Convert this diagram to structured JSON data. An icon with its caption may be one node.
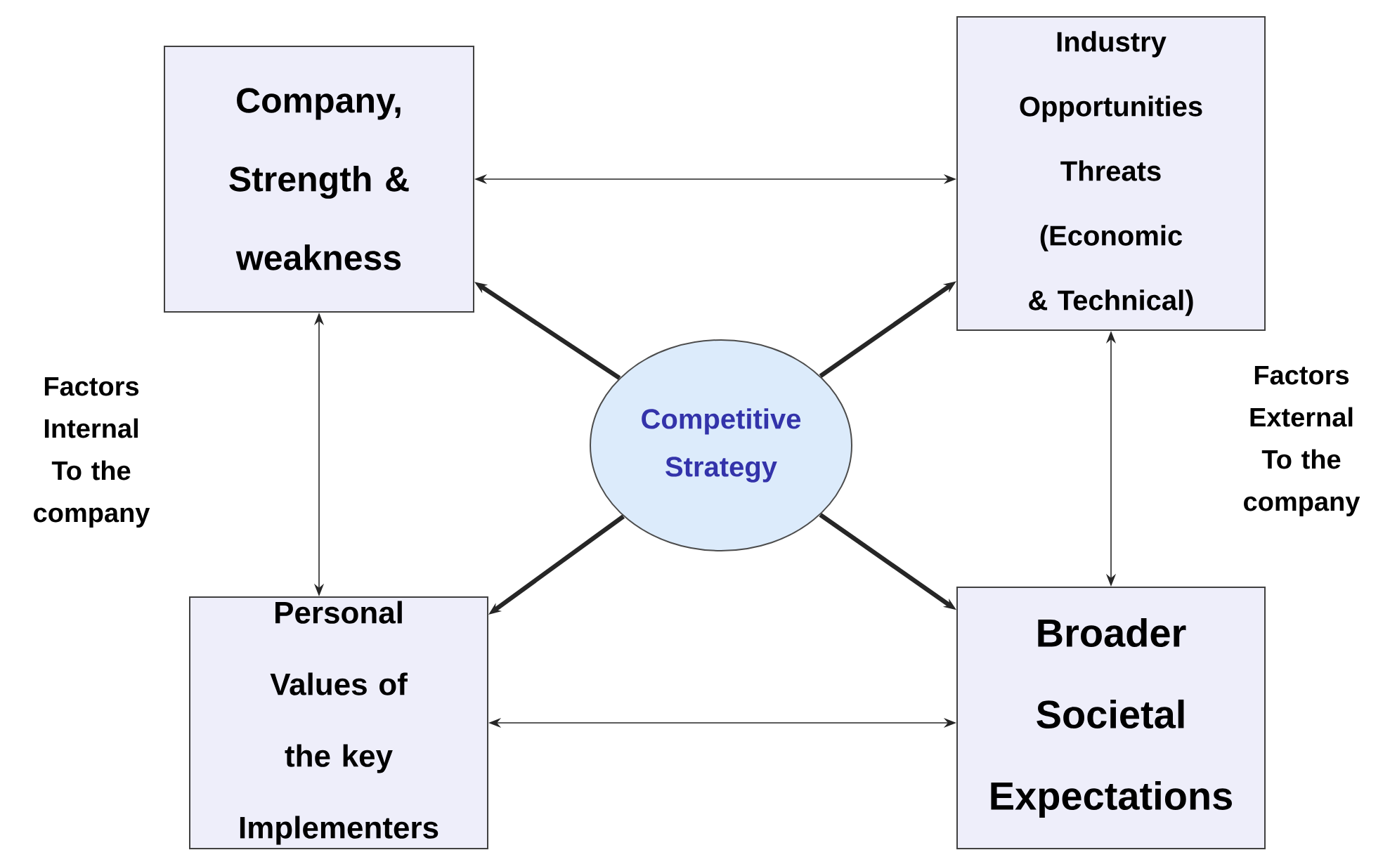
{
  "diagram": {
    "nodes": [
      {
        "text": [
          "Company, Strength & weakness"
        ]
      },
      {
        "text": [
          "Industry Opportunities Threats (Economic & Technical)"
        ]
      },
      {
        "text": [
          "Competitive Strategy"
        ]
      },
      {
        "text": [
          "Personal Values of the key Implementers"
        ]
      },
      {
        "text": [
          "Broader Societal Expectations"
        ]
      }
    ],
    "edges": [
      {
        "from": 0,
        "to": 1,
        "arrow": "both"
      },
      {
        "from": 0,
        "to": 3,
        "arrow": "both"
      },
      {
        "from": 1,
        "to": 4,
        "arrow": "both"
      },
      {
        "from": 3,
        "to": 4,
        "arrow": "both"
      },
      {
        "from": 2,
        "to": 0,
        "arrow": "to",
        "style": "thick"
      },
      {
        "from": 2,
        "to": 1,
        "arrow": "to",
        "style": "thick"
      },
      {
        "from": 2,
        "to": 3,
        "arrow": "to",
        "style": "thick"
      },
      {
        "from": 2,
        "to": 4,
        "arrow": "to",
        "style": "thick"
      }
    ],
    "labels": [
      "Factors Internal To the company",
      "Factors External To the company"
    ]
  }
}
